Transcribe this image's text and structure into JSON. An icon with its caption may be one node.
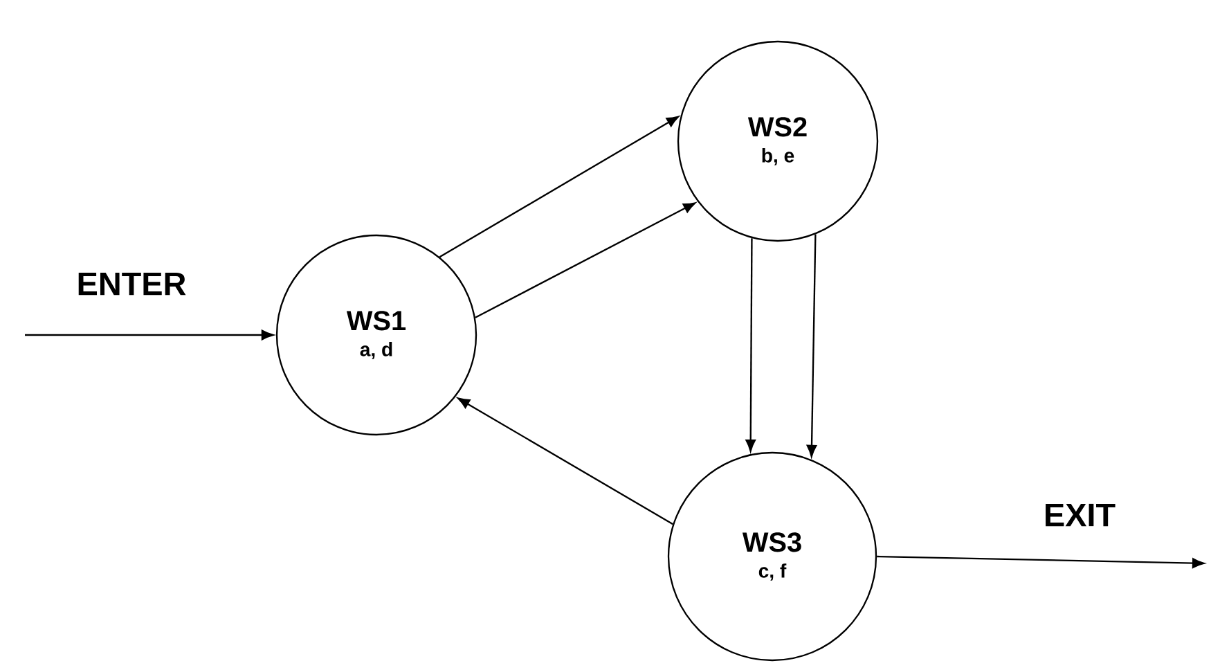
{
  "diagram": {
    "nodes": [
      {
        "text": [
          "WS1",
          "a, d"
        ]
      },
      {
        "text": [
          "WS2",
          "b, e"
        ]
      },
      {
        "text": [
          "WS3",
          "c, f"
        ]
      }
    ],
    "edges": [
      {
        "from": null,
        "to": 0,
        "arrow": "to",
        "label": "ENTER"
      },
      {
        "from": 0,
        "to": 1,
        "arrow": "to"
      },
      {
        "from": 0,
        "to": 1,
        "arrow": "to"
      },
      {
        "from": 1,
        "to": 2,
        "arrow": "to"
      },
      {
        "from": 1,
        "to": 2,
        "arrow": "to"
      },
      {
        "from": 2,
        "to": 0,
        "arrow": "to"
      },
      {
        "from": 2,
        "to": null,
        "arrow": "to",
        "label": "EXIT"
      }
    ]
  }
}
